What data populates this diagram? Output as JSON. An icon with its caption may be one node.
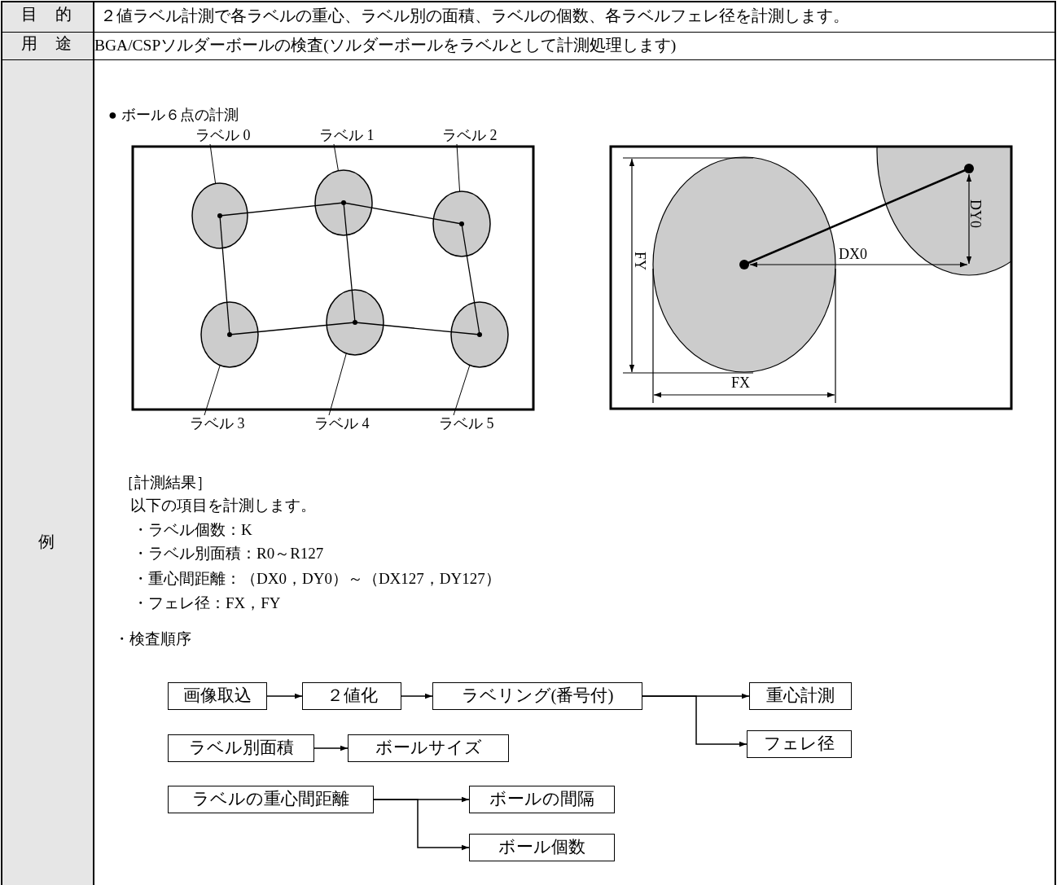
{
  "diagram": {
    "nodes": [
      {
        "text": [
          "ラベル 0"
        ]
      },
      {
        "text": [
          "ラベル 1"
        ]
      },
      {
        "text": [
          "ラベル 2"
        ]
      },
      {
        "text": [
          "ラベル 3"
        ]
      },
      {
        "text": [
          "ラベル 4"
        ]
      },
      {
        "text": [
          "ラベル 5"
        ]
      },
      {
        "text": [],
        "shape": "circle"
      },
      {
        "text": [],
        "shape": "circle"
      },
      {
        "text": [],
        "shape": "circle"
      },
      {
        "text": [],
        "shape": "circle"
      },
      {
        "text": [],
        "shape": "circle"
      },
      {
        "text": [],
        "shape": "circle"
      },
      {
        "text": [
          "画像取込"
        ]
      },
      {
        "text": [
          "２値化"
        ]
      },
      {
        "text": [
          "ラベリング(番号付)"
        ]
      },
      {
        "text": [
          "重心計測"
        ]
      },
      {
        "text": [
          "ラベル別面積"
        ]
      },
      {
        "text": [
          "ボールサイズ"
        ]
      },
      {
        "text": [
          "フェレ径"
        ]
      },
      {
        "text": [
          "ラベルの重心間距離"
        ]
      },
      {
        "text": [
          "ボールの間隔"
        ]
      },
      {
        "text": [
          "ボール個数"
        ]
      }
    ],
    "edges": [
      {
        "from": 0,
        "to": 6,
        "arrow": "none"
      },
      {
        "from": 1,
        "to": 7,
        "arrow": "none"
      },
      {
        "from": 2,
        "to": 8,
        "arrow": "none"
      },
      {
        "from": 3,
        "to": 9,
        "arrow": "none"
      },
      {
        "from": 4,
        "to": 10,
        "arrow": "none"
      },
      {
        "from": 5,
        "to": 11,
        "arrow": "none"
      },
      {
        "from": 12,
        "to": 13,
        "arrow": "to"
      },
      {
        "from": 13,
        "to": 14,
        "arrow": "to"
      },
      {
        "from": 14,
        "to": 15,
        "arrow": "to"
      },
      {
        "from": 14,
        "to": 18,
        "arrow": "to"
      },
      {
        "from": 16,
        "to": 17,
        "arrow": "to"
      },
      {
        "from": 19,
        "to": 20,
        "arrow": "to"
      },
      {
        "from": 19,
        "to": 21,
        "arrow": "to"
      }
    ],
    "labels": [
      "目的",
      "２値ラベル計測で各ラベルの重心、ラベル別の面積、ラベルの個数、各ラベルフェレ径を計測します。",
      "用途",
      "BGA/CSPソルダーボールの検査(ソルダーボールをラベルとして計測処理します)",
      "例",
      "● ボール６点の計測",
      "FY",
      "DX0",
      "DY0",
      "FX",
      "［計測結果］",
      "以下の項目を計測します。",
      "・ラベル個数：K",
      "・ラベル別面積：R0～R127",
      "・重心間距離：（DX0，DY0）～（DX127，DY127）",
      "・フェレ径：FX，FY",
      "・検査順序"
    ]
  }
}
